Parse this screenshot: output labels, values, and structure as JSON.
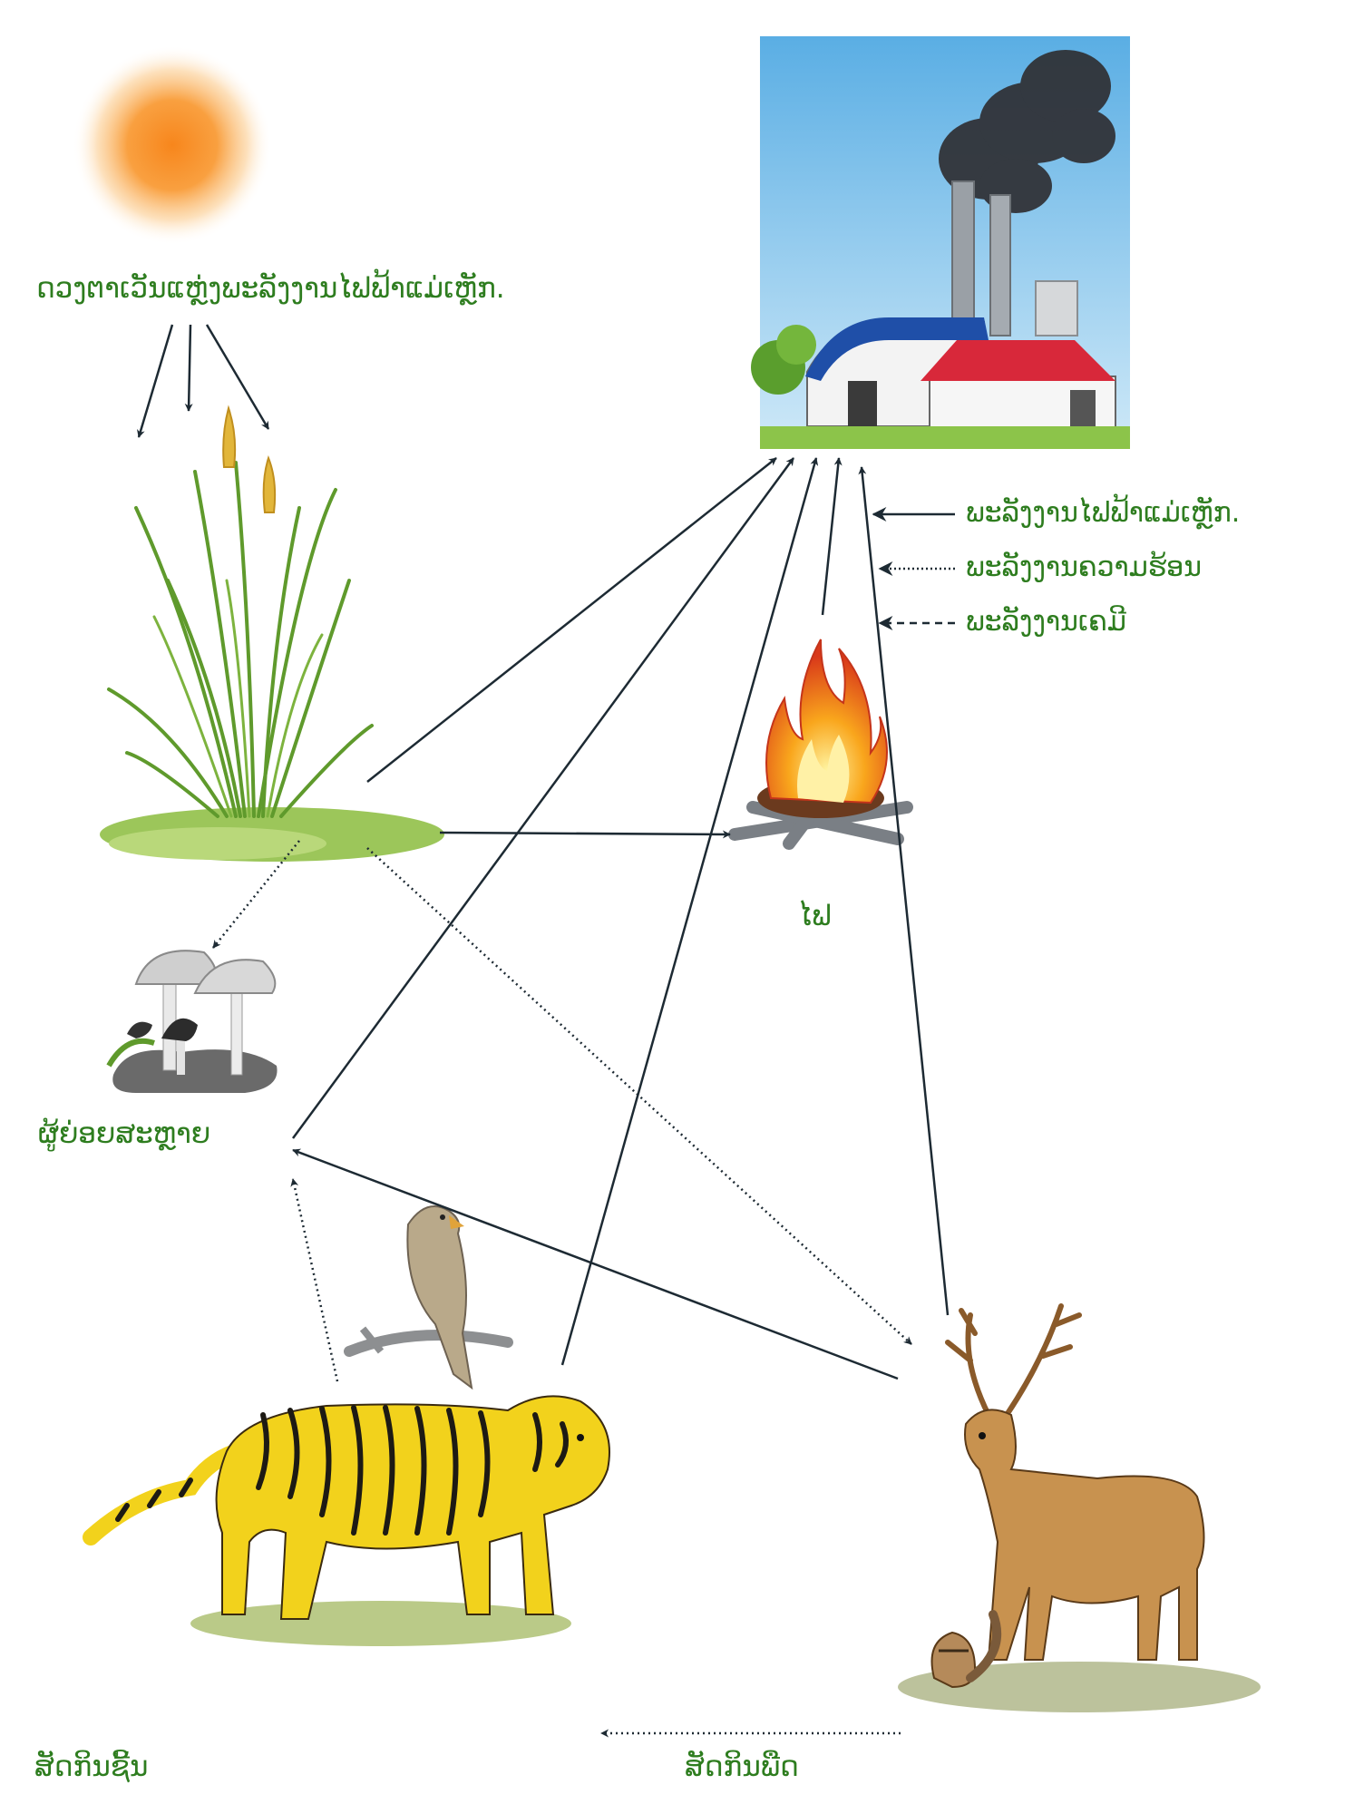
{
  "labels": {
    "sun": "ດວງຕາເວັນແຫຼ່ງພະລັງງານໄຟຟ້າແມ່ເຫຼັກ.",
    "fire": "ໄຟ",
    "decomposers": "ຜູ້ຍ່ອຍສະຫຼາຍ",
    "carnivore": "ສັດກິນຊີ້ນ",
    "herbivore": "ສັດກິນພືດ"
  },
  "legend": [
    {
      "text": "ພະລັງງານໄຟຟ້າແມ່ເຫຼັກ.",
      "style": "solid"
    },
    {
      "text": "ພະລັງງານຄວາມຮ້ອນ",
      "style": "dotted"
    },
    {
      "text": "ພະລັງງານເຄມີ",
      "style": "dashed"
    }
  ],
  "colors": {
    "label_text": "#2e7d1f",
    "arrow": "#1d2a33",
    "sun": "#f5922a",
    "factory_sky": "#7ec3ea",
    "roof_blue": "#1f4fa8",
    "roof_red": "#d8283a",
    "tiger": "#f2d21c",
    "deer": "#c8924f",
    "grass": "#7fae3a"
  },
  "icons": [
    "sun-icon",
    "grass-icon",
    "factory-icon",
    "fire-icon",
    "mushroom-icon",
    "bird-icon",
    "tiger-icon",
    "deer-icon",
    "squirrel-icon"
  ]
}
